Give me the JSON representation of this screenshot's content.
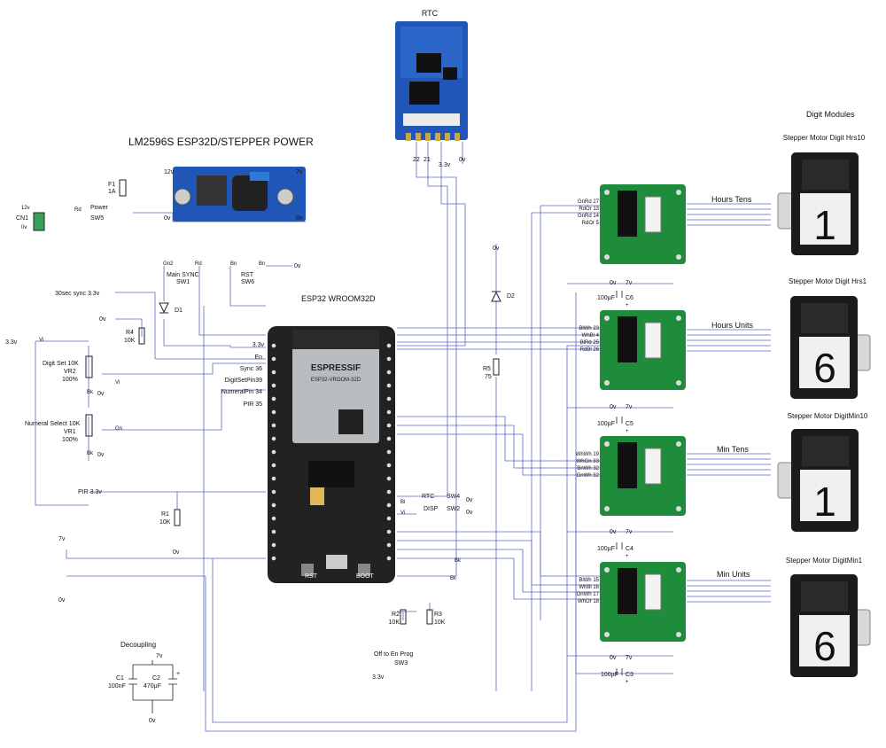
{
  "rtc": {
    "title": "RTC",
    "pins": [
      "22",
      "21",
      "3.3v",
      "0v"
    ]
  },
  "power": {
    "title": "LM2596S ESP32D/STEPPER POWER",
    "fuse": "F1",
    "fuse_rating": "1A",
    "conn": "CN1",
    "v12": "12v",
    "v0": "0v",
    "rd": "Rd",
    "sw_name": "Power",
    "sw_id": "SW5",
    "out_12v": "12v",
    "out_7v": "7v",
    "out_0v": "0v",
    "in_0v": "0v"
  },
  "switches": {
    "main_sync_nets": [
      "Gn2",
      "Rd"
    ],
    "main_sync": "Main SYNC",
    "main_sync_id": "SW1",
    "rst_nets": [
      "Bn",
      "Bn"
    ],
    "rst_0v": "0v",
    "rst": "RST",
    "rst_id": "SW6",
    "d1": "D1",
    "rtc_disp_top": "RTC",
    "rtc_disp_top_id": "SW4",
    "rtc_disp_bot": "DISP",
    "rtc_disp_bot_id": "SW2",
    "sw_0v_a": "0v",
    "sw_0v_b": "0v",
    "sw_bl": "Bl",
    "sw_vi": "Vi",
    "bk_a": "Bk",
    "bk_b": "Bk",
    "off_en": "Off to En Prog",
    "sw3": "SW3",
    "sw3_v": "3.3v"
  },
  "left": {
    "sync_supply": "30sec sync 3.3v",
    "v0": "0v",
    "r4": "R4",
    "r4_val": "10K",
    "supply": "3.3v",
    "vi": "Vi",
    "digit_set": "Digit Set 10K",
    "vr2": "VR2",
    "pct2": "100%",
    "bk2": "Bk",
    "v0b": "0v",
    "vi2": "Vi",
    "numeral_sel": "Numeral Select 10K",
    "vr1": "VR1",
    "pct1": "100%",
    "bk1": "Bk",
    "v0c": "0v",
    "gn": "Gn",
    "pir": "PIR 3.3v",
    "r1": "R1",
    "r1_val": "10K",
    "v0d": "0v",
    "v7": "7v",
    "v0e": "0v"
  },
  "esp": {
    "title": "ESP32 WROOM32D",
    "brand": "ESPRESSIF",
    "model": "ESP32-VROOM-32D",
    "pins": [
      "3.3v",
      "En",
      "Sync 36",
      "DigitSetPin39",
      "NumeralPin 34",
      "PIR 35"
    ],
    "rst_btn": "RST",
    "boot_btn": "BOOT"
  },
  "r2r3": {
    "r2": "R2",
    "r2_val": "10K",
    "r3": "R3",
    "r3_val": "10K"
  },
  "led": {
    "v0": "0v",
    "d2": "D2",
    "r5": "R5",
    "r5_val": "75"
  },
  "decoupling": {
    "title": "Decoupling",
    "v7": "7v",
    "v0": "0v",
    "c1": "C1",
    "c1_val": "100nF",
    "c2": "C2",
    "c2_val": "470µF",
    "plus": "+"
  },
  "digit_modules_title": "Digit Modules",
  "drivers": [
    {
      "label": "Hours Tens",
      "pins": [
        "GnRd 27",
        "RdOr 13",
        "GnRd 14",
        "RdOr 5"
      ],
      "cap": "100µF",
      "cap_id": "C6",
      "v7": "7v",
      "v0": "0v",
      "plus": "+"
    },
    {
      "label": "Hours Units",
      "pins": [
        "BlWh 23",
        "WhBl 4",
        "BlRd 25",
        "RdBl 26"
      ],
      "cap": "100µF",
      "cap_id": "C5",
      "v7": "7v",
      "v0": "0v",
      "plus": "+"
    },
    {
      "label": "Min Tens",
      "pins": [
        "WhWh 19",
        "WhGn 33",
        "BnWh 32",
        "GnWh 32"
      ],
      "cap": "100µF",
      "cap_id": "C4",
      "v7": "7v",
      "v0": "0v",
      "plus": "+"
    },
    {
      "label": "Min Units",
      "pins": [
        "BlWh 15",
        "WhBl 16",
        "OnWh 17",
        "WhOr 18"
      ],
      "cap": "100µF",
      "cap_id": "C3",
      "v7": "7v",
      "v0": "0v",
      "plus": "+"
    }
  ],
  "motors": [
    {
      "label": "Stepper Motor Digit Hrs10",
      "digit": "1"
    },
    {
      "label": "Stepper Motor Digit Hrs1",
      "digit": "6"
    },
    {
      "label": "Stepper Motor DigitMin10",
      "digit": "1"
    },
    {
      "label": "Stepper Motor DigitMin1",
      "digit": "6"
    }
  ],
  "colors": {
    "wire": "#5a66c8",
    "pcb_green": "#1e8c3a",
    "pcb_blue": "#1f56b8",
    "esp_black": "#222222"
  }
}
